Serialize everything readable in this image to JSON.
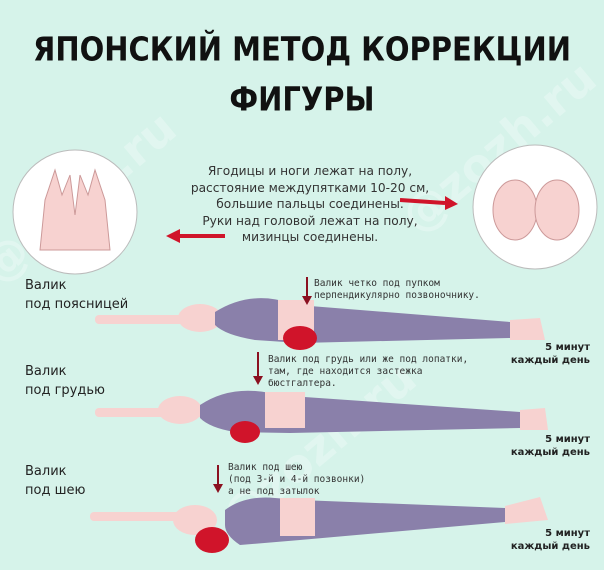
{
  "title": {
    "line1": "ЯПОНСКИЙ МЕТОД КОРРЕКЦИИ",
    "line2": "ФИГУРЫ"
  },
  "instructions": [
    "Ягодицы и ноги лежат на полу,",
    "расстояние междупятками 10-20 см,",
    "большие пальцы соединены.",
    "Руки над головой лежат на полу,",
    "мизинцы соединены."
  ],
  "watermark": "@zozh.ru",
  "sections": [
    {
      "label1": "Валик",
      "label2": "под поясницей",
      "note": [
        "Валик четко под пупком",
        "перпендикулярно позвоночнику."
      ],
      "duration1": "5 минут",
      "duration2": "каждый день"
    },
    {
      "label1": "Валик",
      "label2": "под грудью",
      "note": [
        "Валик под грудь или же под лопатки,",
        "там, где находится застежка",
        "бюстгалтера."
      ],
      "duration1": "5 минут",
      "duration2": "каждый день"
    },
    {
      "label1": "Валик",
      "label2": "под шею",
      "note": [
        "Валик под шею",
        "(под 3-й и 4-й позвонки)",
        "а не под затылок"
      ],
      "duration1": "5 минут",
      "duration2": "каждый день"
    }
  ],
  "colors": {
    "background": "#d6f3ea",
    "pants": "#8a80aa",
    "skin": "#f7d2d0",
    "roller": "#d0142a",
    "arrow": "#d0142a"
  }
}
